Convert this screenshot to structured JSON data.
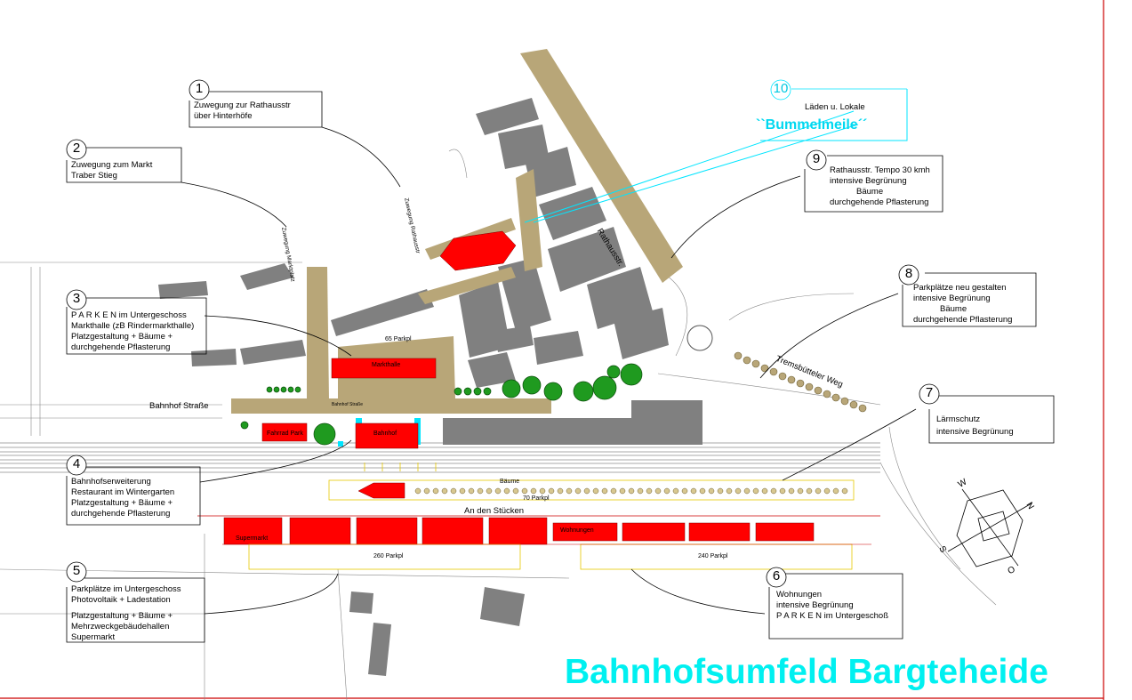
{
  "title": "Bahnhofsumfeld Bargteheide",
  "callouts": [
    {
      "num": "1",
      "lines": [
        "Zuwegung zur Rathausstr",
        "über Hinterhöfe"
      ]
    },
    {
      "num": "2",
      "lines": [
        "Zuwegung zum Markt",
        "Traber Stieg"
      ]
    },
    {
      "num": "3",
      "lines": [
        "P A R K E N im Untergeschoss",
        "Markthalle (zB Rindermarkthalle)",
        "Platzgestaltung + Bäume +",
        "durchgehende Pflasterung"
      ]
    },
    {
      "num": "4",
      "lines": [
        "Bahnhofserweiterung",
        "Restaurant im Wintergarten",
        "Platzgestaltung + Bäume +",
        "durchgehende Pflasterung"
      ]
    },
    {
      "num": "5",
      "lines": [
        "Parkplätze im Untergeschoss",
        "Photovoltaik + Ladestation",
        "Platzgestaltung + Bäume +",
        "Mehrzweckgebäudehallen",
        "Supermarkt"
      ]
    },
    {
      "num": "6",
      "lines": [
        "Wohnungen",
        "intensive Begrünung",
        "P A R K E N im Untergeschoß"
      ]
    },
    {
      "num": "7",
      "lines": [
        "Lärmschutz",
        "intensive Begrünung"
      ]
    },
    {
      "num": "8",
      "lines": [
        "Parkplätze neu gestalten",
        "intensive Begrünung",
        "Bäume",
        "durchgehende Pflasterung"
      ]
    },
    {
      "num": "9",
      "lines": [
        "Rathausstr. Tempo 30 kmh",
        "intensive Begrünung",
        "Bäume",
        "durchgehende Pflasterung"
      ]
    },
    {
      "num": "10",
      "lines": [
        "Läden u. Lokale"
      ],
      "highlight": "``Bummelmeile´´"
    }
  ],
  "labels": {
    "bahnhof_strasse": "Bahnhof Straße",
    "rathausstr": "Rathausstr.",
    "tremsbutteler_weg": "Tremsbütteler Weg",
    "an_den_stuecken": "An den Stücken",
    "baeume": "Bäume",
    "parkpl_65": "65 Parkpl",
    "parkpl_70": "70 Parkpl",
    "parkpl_260": "260 Parkpl",
    "parkpl_240": "240 Parkpl",
    "markthalle": "Markthalle",
    "bahnhof": "Bahnhof",
    "fahrrad_park": "Fahrrad Park",
    "supermarkt": "Supermarkt",
    "wohnungen": "Wohnungen",
    "bahnhof_strasse_small": "Bahnhof Straße",
    "zuwegung_markt_vert": "Zuwegung Marktplatz",
    "zuwegung_rathaus_vert": "Zuwegung Rathausstr"
  },
  "compass": [
    "W",
    "N",
    "O",
    "S"
  ],
  "colors": {
    "road": "#b8a678",
    "building": "#808080",
    "red": "#ff0000",
    "cyan": "#00e5ff",
    "tree": "#1f9a1f",
    "frame": "#cc0000",
    "parking": "#ffee00"
  }
}
